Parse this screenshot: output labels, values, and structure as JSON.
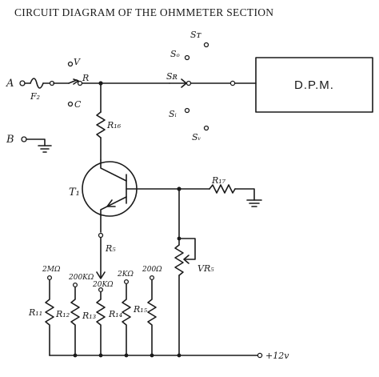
{
  "title": "CIRCUIT DIAGRAM OF THE OHMMETER SECTION",
  "terminals": {
    "a": "A",
    "b": "B"
  },
  "fuse": "F₂",
  "switch_range": {
    "v": "V",
    "r": "R",
    "c": "C"
  },
  "switch_func": {
    "st": "Sᴛ",
    "so": "Sₒ",
    "sr": "Sʀ",
    "si": "Sᵢ",
    "sv": "Sᵥ"
  },
  "dpm": "D.P.M.",
  "transistor": "T₁",
  "resistors": {
    "r16": "R₁₆",
    "r17": "R₁₇",
    "r5": "R₅",
    "vr5": "VR₅",
    "r11": "R₁₁",
    "r12": "R₁₂",
    "r13": "R₁₃",
    "r14": "R₁₄",
    "r15": "R₁₅"
  },
  "ranges": {
    "r2m": "2MΩ",
    "r200k": "200KΩ",
    "r20k": "20KΩ",
    "r2k": "2KΩ",
    "r200": "200Ω"
  },
  "supply": "+12v"
}
